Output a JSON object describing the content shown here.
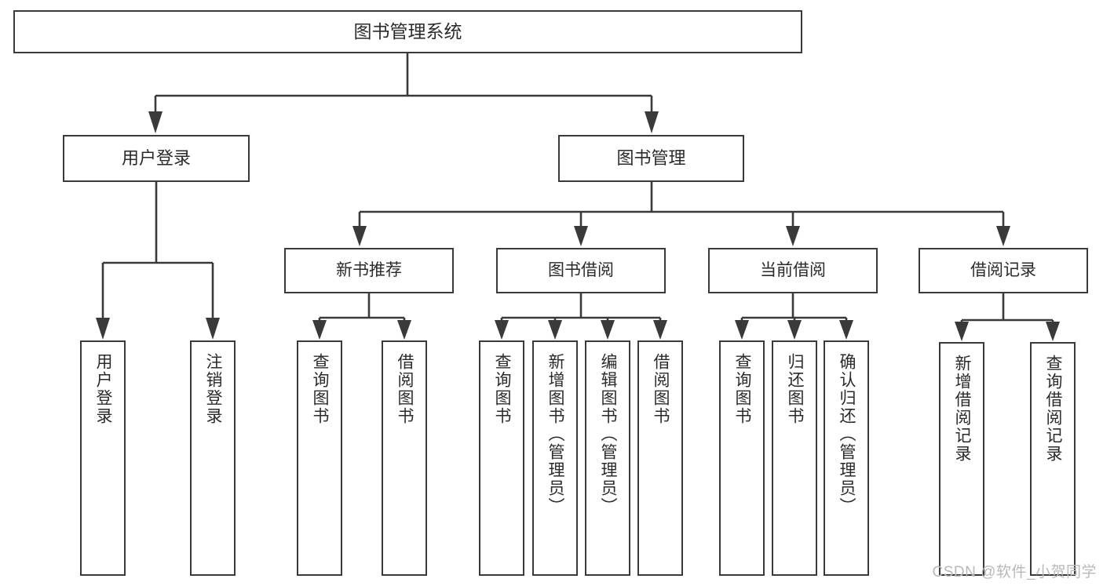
{
  "diagram": {
    "title": "图书管理系统",
    "type": "hierarchy-tree",
    "root": {
      "label": "图书管理系统"
    },
    "level2": [
      {
        "label": "用户登录"
      },
      {
        "label": "图书管理"
      }
    ],
    "level3": [
      {
        "label": "新书推荐"
      },
      {
        "label": "图书借阅"
      },
      {
        "label": "当前借阅"
      },
      {
        "label": "借阅记录"
      }
    ],
    "leaves": {
      "user_login": [
        {
          "label": "用户登录"
        },
        {
          "label": "注销登录"
        }
      ],
      "new_book_recommend": [
        {
          "label": "查询图书"
        },
        {
          "label": "借阅图书"
        }
      ],
      "book_borrow": [
        {
          "label": "查询图书"
        },
        {
          "label": "新增图书（管理员）"
        },
        {
          "label": "编辑图书（管理员）"
        },
        {
          "label": "借阅图书"
        }
      ],
      "current_borrow": [
        {
          "label": "查询图书"
        },
        {
          "label": "归还图书"
        },
        {
          "label": "确认归还（管理员）"
        }
      ],
      "borrow_record": [
        {
          "label": "新增借阅记录"
        },
        {
          "label": "查询借阅记录"
        }
      ]
    }
  },
  "watermark": {
    "text": "CSDN @软件_小贺同学"
  },
  "colors": {
    "stroke": "#3a3a3a",
    "text": "#2b2b2b",
    "background": "#ffffff",
    "watermark": "#b9b9b9"
  }
}
